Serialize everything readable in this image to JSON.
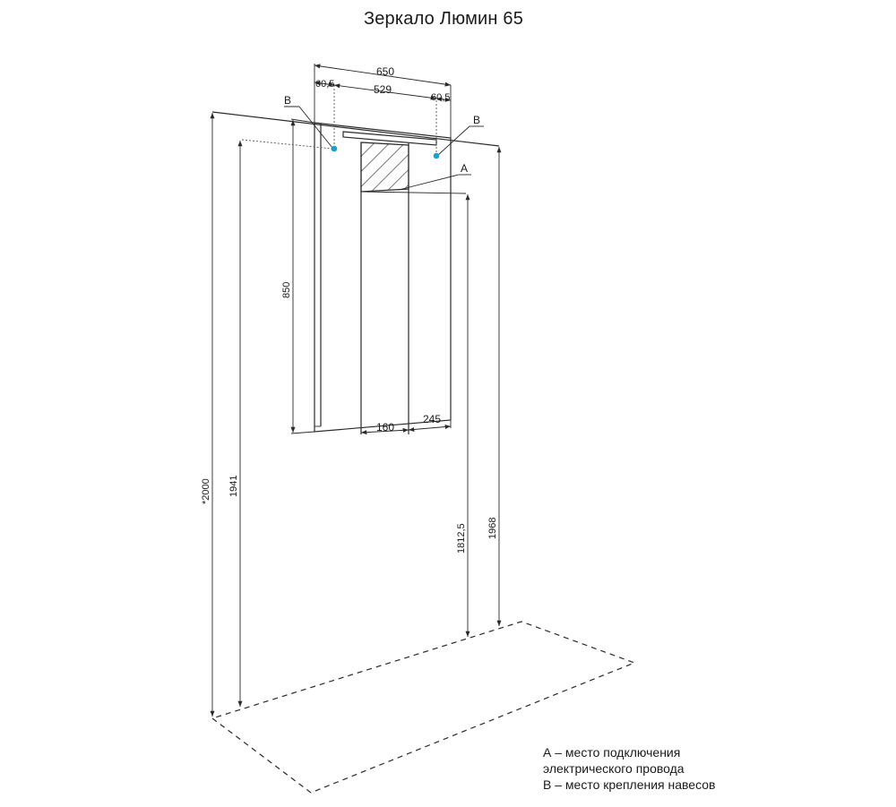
{
  "title": "Зеркало Люмин 65",
  "dimensions": {
    "total_width": "650",
    "side_offset_left": "60,5",
    "mount_distance": "529",
    "side_offset_right": "60,5",
    "height": "850",
    "reference_height": "*2000",
    "left_mount_height": "1941",
    "connection_height": "1812,5",
    "top_height": "1968",
    "cabinet_width": "160",
    "cabinet_offset": "245"
  },
  "labels": {
    "mount_left": "B",
    "mount_right": "B",
    "connection": "A"
  },
  "legend": {
    "line1": "А – место подключения",
    "line2": "электрического провода",
    "line3": "В – место крепления навесов"
  },
  "colors": {
    "mount_point": "#1aa3c8",
    "line": "#2a2a2a"
  }
}
